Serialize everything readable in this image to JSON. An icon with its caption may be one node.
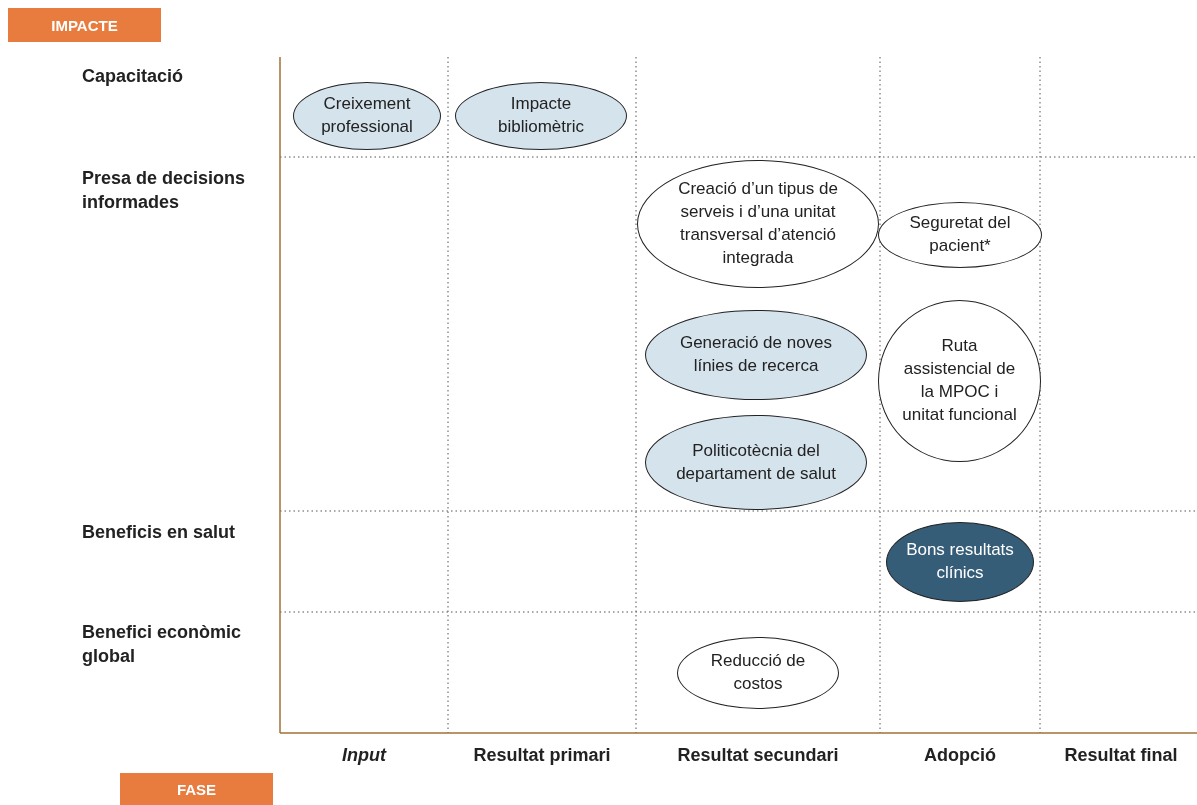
{
  "diagram": {
    "nodes": [
      {
        "text": [
          "IMPACTE"
        ]
      },
      {
        "text": [
          "Creixement professional"
        ]
      },
      {
        "text": [
          "Impacte bibliomètric"
        ]
      },
      {
        "text": [
          "Creació d’un tipus de serveis i d’una unitat transversal d’atenció integrada"
        ]
      },
      {
        "text": [
          "Seguretat del pacient*"
        ]
      },
      {
        "text": [
          "Generació de noves línies de recerca"
        ]
      },
      {
        "text": [
          "Ruta assistencial de la MPOC i unitat funcional"
        ]
      },
      {
        "text": [
          "Politicotècnia del departament de salut"
        ]
      },
      {
        "text": [
          "Bons resultats clínics"
        ]
      },
      {
        "text": [
          "Reducció de costos"
        ]
      },
      {
        "text": [
          "FASE"
        ]
      }
    ],
    "labels": [
      "Capacitació",
      "Presa de decisions informades",
      "Beneficis en salut",
      "Benefici econòmic global",
      "Input",
      "Resultat primari",
      "Resultat secundari",
      "Adopció",
      "Resultat final"
    ]
  }
}
